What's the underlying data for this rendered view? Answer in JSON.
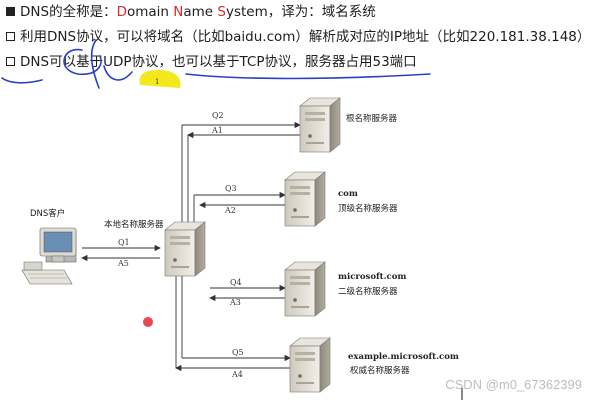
{
  "bullets": [
    {
      "icon": "solid-square-bullet",
      "pre": "DNS的全称是：",
      "d": "D",
      "omain": "omain ",
      "n": "N",
      "ame": "ame ",
      "s": "S",
      "post": "ystem，译为：域名系统"
    },
    {
      "icon": "hollow-square-bullet",
      "text": "利用DNS协议，可以将域名（比如baidu.com）解析成对应的IP地址（比如220.181.38.148）"
    },
    {
      "icon": "hollow-square-bullet",
      "text": "DNS可以基于UDP协议，也可以基于TCP协议，服务器占用53端口"
    }
  ],
  "annotation_mark": "1",
  "diagram": {
    "client_label": "DNS客户",
    "local_label": "本地名称服务器",
    "servers": [
      {
        "line1": "根名称服务器",
        "line2": "",
        "q": "Q2",
        "a": "A1"
      },
      {
        "line1": "com",
        "line2": "顶级名称服务器",
        "q": "Q3",
        "a": "A2"
      },
      {
        "line1": "microsoft.com",
        "line2": "二级名称服务器",
        "q": "Q4",
        "a": "A3"
      },
      {
        "line1": "example.microsoft.com",
        "line2": "权威名称服务器",
        "q": "Q5",
        "a": "A4"
      }
    ],
    "client_link": {
      "q": "Q1",
      "a": "A5"
    }
  },
  "watermark": "CSDN @m0_67362399",
  "colors": {
    "emphasis": "#d52b2b",
    "ink_annotation": "#2b3fc6",
    "highlight": "#f2e600",
    "pointer_dot": "#e8484f"
  }
}
